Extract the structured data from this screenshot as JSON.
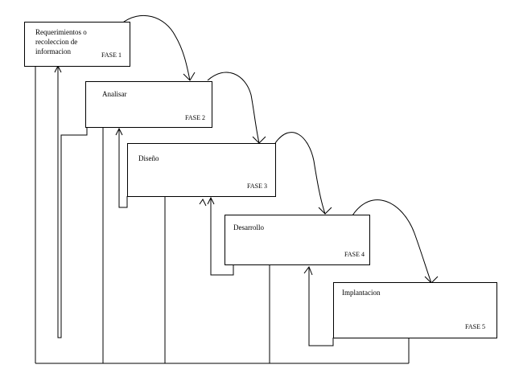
{
  "phases": [
    {
      "name": "Requerimientos o\nrecoleccion de\ninformacion",
      "label": "FASE 1"
    },
    {
      "name": "Analisar",
      "label": "FASE 2"
    },
    {
      "name": "Diseño",
      "label": "FASE 3"
    },
    {
      "name": "Desarrollo",
      "label": "FASE 4"
    },
    {
      "name": "Implantacion",
      "label": "FASE 5"
    }
  ]
}
